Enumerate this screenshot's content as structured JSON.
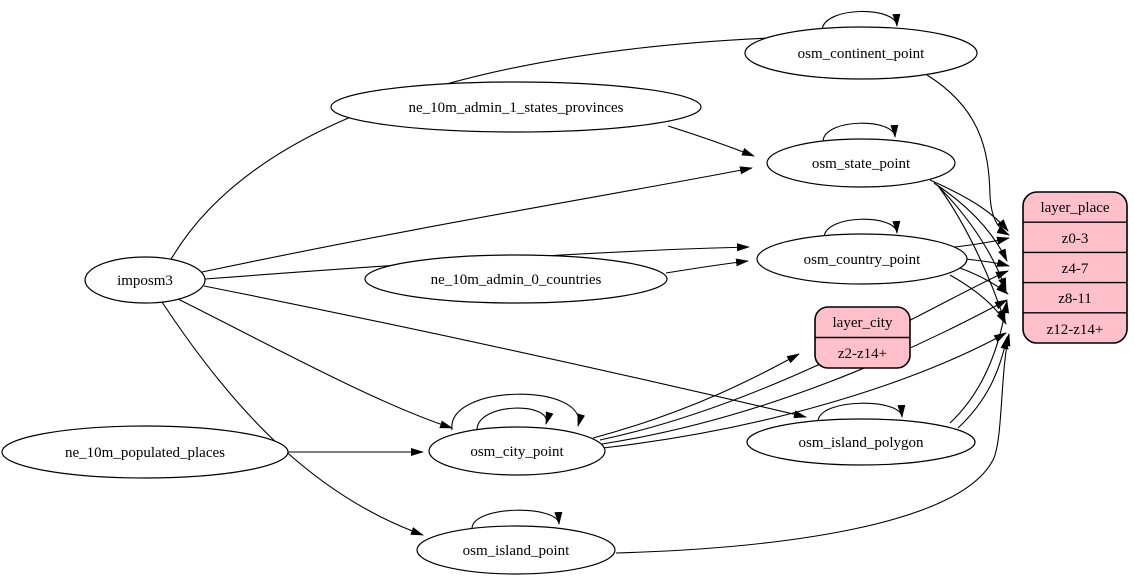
{
  "diagram": {
    "type": "directed-graph",
    "description": "ETL mapping diagram: imposm3 and Natural Earth sources feed OSM place tables which feed layer_city and layer_place zoom-level rows",
    "colors": {
      "background": "#ffffff",
      "table_node_fill": "#ffffff",
      "layer_node_fill": "#ffc0cb",
      "stroke": "#000000",
      "text": "#000000"
    },
    "nodes": {
      "imposm3": {
        "label": "imposm3",
        "shape": "ellipse"
      },
      "ne_10m_admin_1_states_provinces": {
        "label": "ne_10m_admin_1_states_provinces",
        "shape": "ellipse"
      },
      "ne_10m_admin_0_countries": {
        "label": "ne_10m_admin_0_countries",
        "shape": "ellipse"
      },
      "ne_10m_populated_places": {
        "label": "ne_10m_populated_places",
        "shape": "ellipse"
      },
      "osm_continent_point": {
        "label": "osm_continent_point",
        "shape": "ellipse",
        "self_loops": 1
      },
      "osm_state_point": {
        "label": "osm_state_point",
        "shape": "ellipse",
        "self_loops": 1
      },
      "osm_country_point": {
        "label": "osm_country_point",
        "shape": "ellipse",
        "self_loops": 1
      },
      "osm_city_point": {
        "label": "osm_city_point",
        "shape": "ellipse",
        "self_loops": 2
      },
      "osm_island_point": {
        "label": "osm_island_point",
        "shape": "ellipse",
        "self_loops": 1
      },
      "osm_island_polygon": {
        "label": "osm_island_polygon",
        "shape": "ellipse",
        "self_loops": 1
      },
      "layer_city": {
        "title": "layer_city",
        "rows": [
          "z2-z14+"
        ]
      },
      "layer_place": {
        "title": "layer_place",
        "rows": [
          "z0-3",
          "z4-7",
          "z8-11",
          "z12-z14+"
        ]
      }
    },
    "edges": [
      {
        "from": "imposm3",
        "to": "osm_continent_point"
      },
      {
        "from": "imposm3",
        "to": "osm_state_point"
      },
      {
        "from": "imposm3",
        "to": "osm_country_point"
      },
      {
        "from": "imposm3",
        "to": "osm_city_point"
      },
      {
        "from": "imposm3",
        "to": "osm_island_point"
      },
      {
        "from": "imposm3",
        "to": "osm_island_polygon"
      },
      {
        "from": "ne_10m_admin_1_states_provinces",
        "to": "osm_state_point"
      },
      {
        "from": "ne_10m_admin_0_countries",
        "to": "osm_country_point"
      },
      {
        "from": "ne_10m_populated_places",
        "to": "osm_city_point"
      },
      {
        "from": "osm_continent_point",
        "to": "osm_continent_point"
      },
      {
        "from": "osm_state_point",
        "to": "osm_state_point"
      },
      {
        "from": "osm_country_point",
        "to": "osm_country_point"
      },
      {
        "from": "osm_city_point",
        "to": "osm_city_point"
      },
      {
        "from": "osm_city_point",
        "to": "osm_city_point"
      },
      {
        "from": "osm_island_point",
        "to": "osm_island_point"
      },
      {
        "from": "osm_island_polygon",
        "to": "osm_island_polygon"
      },
      {
        "from": "osm_city_point",
        "to": "layer_city:z2-z14+"
      },
      {
        "from": "osm_continent_point",
        "to": "layer_place:z0-3"
      },
      {
        "from": "osm_state_point",
        "to": "layer_place:z0-3"
      },
      {
        "from": "osm_state_point",
        "to": "layer_place:z4-7"
      },
      {
        "from": "osm_state_point",
        "to": "layer_place:z8-11"
      },
      {
        "from": "osm_state_point",
        "to": "layer_place:z12-z14+"
      },
      {
        "from": "osm_country_point",
        "to": "layer_place:z0-3"
      },
      {
        "from": "osm_country_point",
        "to": "layer_place:z4-7"
      },
      {
        "from": "osm_country_point",
        "to": "layer_place:z8-11"
      },
      {
        "from": "osm_country_point",
        "to": "layer_place:z12-z14+"
      },
      {
        "from": "osm_city_point",
        "to": "layer_place:z4-7"
      },
      {
        "from": "osm_city_point",
        "to": "layer_place:z8-11"
      },
      {
        "from": "osm_city_point",
        "to": "layer_place:z12-z14+"
      },
      {
        "from": "osm_island_polygon",
        "to": "layer_place:z8-11"
      },
      {
        "from": "osm_island_polygon",
        "to": "layer_place:z12-z14+"
      },
      {
        "from": "osm_island_point",
        "to": "layer_place:z12-z14+"
      }
    ]
  }
}
